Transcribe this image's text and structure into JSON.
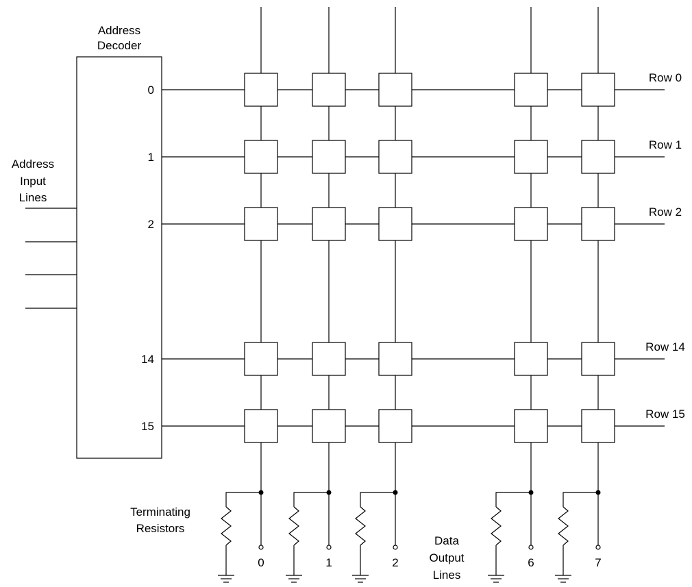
{
  "decoder": {
    "title_line1": "Address",
    "title_line2": "Decoder",
    "outputs": [
      {
        "label": "0",
        "row": "Row 0"
      },
      {
        "label": "1",
        "row": "Row 1"
      },
      {
        "label": "2",
        "row": "Row 2"
      },
      {
        "label": "14",
        "row": "Row 14"
      },
      {
        "label": "15",
        "row": "Row 15"
      }
    ]
  },
  "address_input": {
    "label_lines": [
      "Address",
      "Input",
      "Lines"
    ],
    "line_count": 4
  },
  "columns": [
    {
      "label": "0"
    },
    {
      "label": "1"
    },
    {
      "label": "2"
    },
    {
      "label": "6"
    },
    {
      "label": "7"
    }
  ],
  "terminating_resistors": {
    "label_lines": [
      "Terminating",
      "Resistors"
    ]
  },
  "data_output": {
    "label_lines": [
      "Data",
      "Output",
      "Lines"
    ]
  },
  "colors": {
    "line": "#000000",
    "background": "#ffffff"
  }
}
